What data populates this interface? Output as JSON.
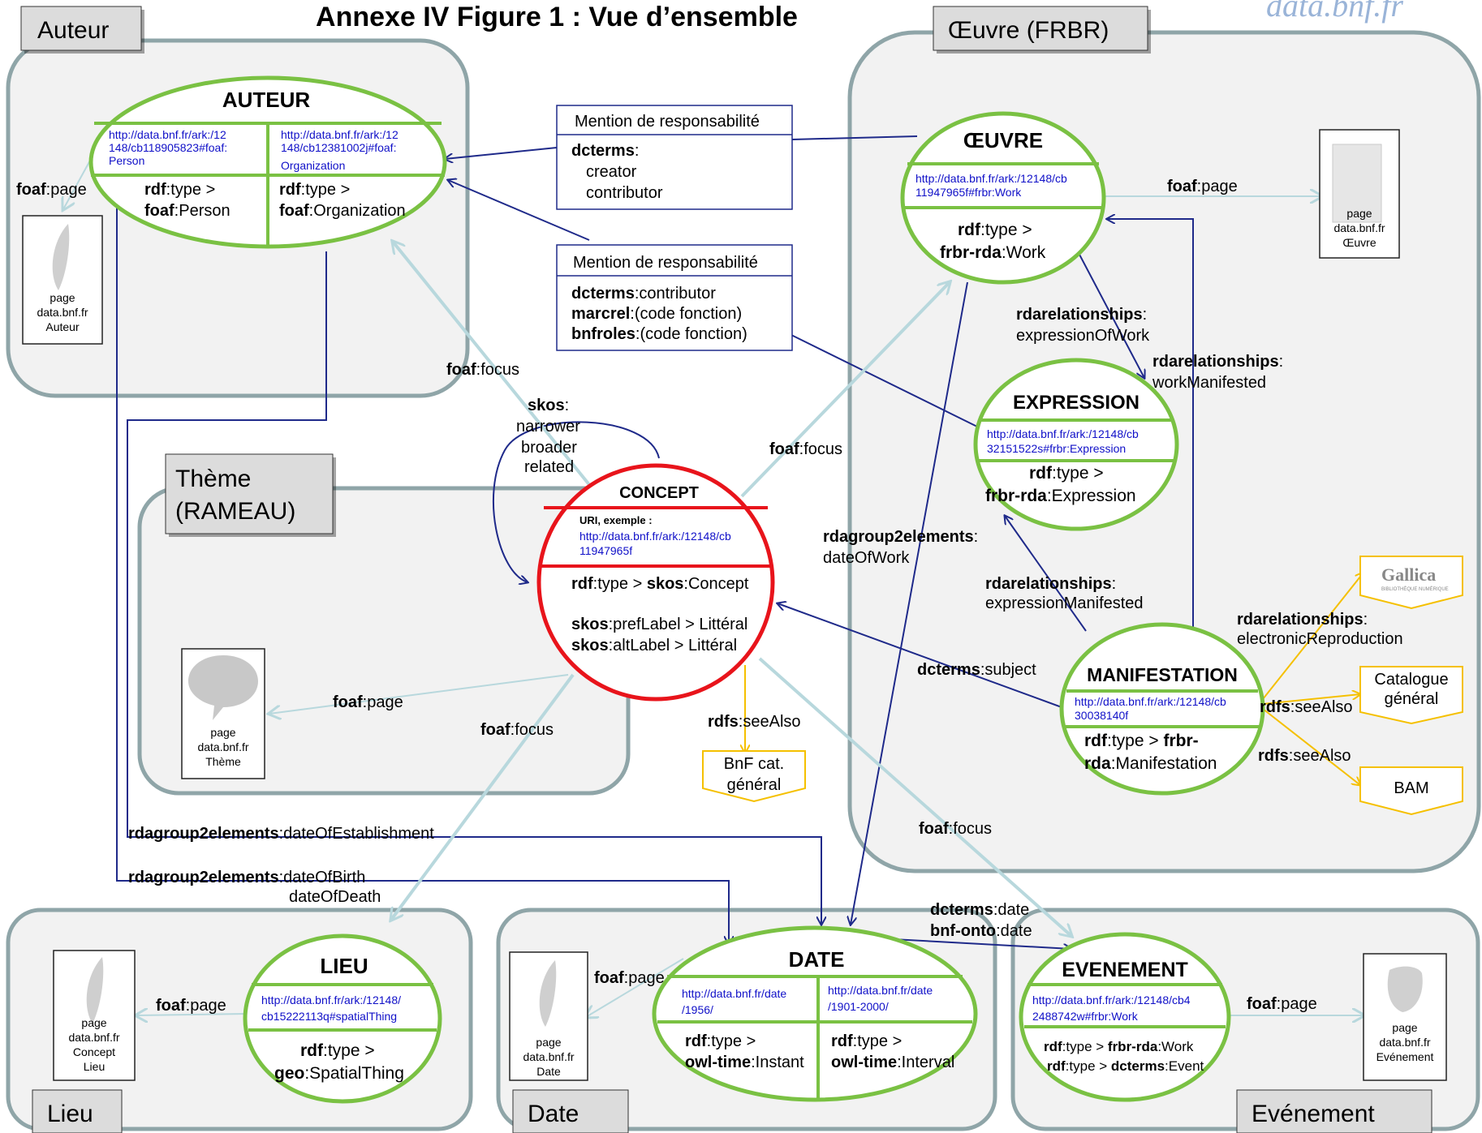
{
  "title": "Annexe IV Figure 1 : Vue d’ensemble",
  "logo_text": "data.bnf.fr",
  "groups": {
    "auteur": "Auteur",
    "oeuvre": "Œuvre (FRBR)",
    "theme_l1": "Thème",
    "theme_l2": "(RAMEAU)",
    "lieu": "Lieu",
    "date": "Date",
    "evenement": "Evénement"
  },
  "nodes": {
    "auteur": {
      "title": "AUTEUR",
      "uri1_l1": "http://data.bnf.fr/ark:/12",
      "uri1_l2": "148/cb118905823#foaf:",
      "uri1_l3": "Person",
      "uri2_l1": "http://data.bnf.fr/ark:/12",
      "uri2_l2": "148/cb12381002j#foaf:",
      "uri2_l3": "Organization",
      "type1_a": "rdf",
      "type1_b": ":type >",
      "type1_c": "foaf",
      "type1_d": ":Person",
      "type2_a": "rdf",
      "type2_b": ":type >",
      "type2_c": "foaf",
      "type2_d": ":Organization"
    },
    "oeuvre": {
      "title": "ŒUVRE",
      "uri_l1": "http://data.bnf.fr/ark:/12148/cb",
      "uri_l2": "11947965f#frbr:Work",
      "type_a": "rdf",
      "type_b": ":type >",
      "type_c": "frbr-rda",
      "type_d": ":Work"
    },
    "expression": {
      "title": "EXPRESSION",
      "uri_l1": "http://data.bnf.fr/ark:/12148/cb",
      "uri_l2": "32151522s#frbr:Expression",
      "type_a": "rdf",
      "type_b": ":type >",
      "type_c": "frbr-rda",
      "type_d": ":Expression"
    },
    "manifestation": {
      "title": "MANIFESTATION",
      "uri_l1": "http://data.bnf.fr/ark:/12148/cb",
      "uri_l2": "30038140f",
      "type_a": "rdf",
      "type_b": ":type > ",
      "type_c": "frbr-",
      "type_d": "rda",
      "type_e": ":Manifestation"
    },
    "concept": {
      "title": "CONCEPT",
      "uri_label": "URI, exemple :",
      "uri_l1": "http://data.bnf.fr/ark:/12148/cb",
      "uri_l2": "11947965f",
      "type_a": "rdf",
      "type_b": ":type > ",
      "type_c": "skos",
      "type_d": ":Concept",
      "pref_a": "skos",
      "pref_b": ":prefLabel  > Littéral",
      "alt_a": "skos",
      "alt_b": ":altLabel > Littéral"
    },
    "lieu": {
      "title": "LIEU",
      "uri_l1": "http://data.bnf.fr/ark:/12148/",
      "uri_l2": "cb15222113q#spatialThing",
      "type_a": "rdf",
      "type_b": ":type  >",
      "type_c": "geo",
      "type_d": ":SpatialThing"
    },
    "date": {
      "title": "DATE",
      "uri1_l1": "http://data.bnf.fr/date",
      "uri1_l2": "/1956/",
      "uri2_l1": "http://data.bnf.fr/date",
      "uri2_l2": "/1901-2000/",
      "type1_a": "rdf",
      "type1_b": ":type >",
      "type1_c": "owl-time",
      "type1_d": ":Instant",
      "type2_a": "rdf",
      "type2_b": ":type >",
      "type2_c": "owl-time",
      "type2_d": ":Interval"
    },
    "evenement": {
      "title": "EVENEMENT",
      "uri_l1": "http://data.bnf.fr/ark:/12148/cb4",
      "uri_l2": "2488742w#frbr:Work",
      "type1_a": "rdf",
      "type1_b": ":type > ",
      "type1_c": "frbr-rda",
      "type1_d": ":Work",
      "type2_a": "rdf",
      "type2_b": ":type > ",
      "type2_c": "dcterms",
      "type2_d": ":Event"
    }
  },
  "mention1": {
    "header": "Mention de responsabilité",
    "l1_a": "dcterms",
    "l1_b": ":",
    "l2": "creator",
    "l3": "contributor"
  },
  "mention2": {
    "header": "Mention de responsabilité",
    "l1_a": "dcterms",
    "l1_b": ":contributor",
    "l2_a": "marcrel",
    "l2_b": ":(code fonction)",
    "l3_a": "bnfroles",
    "l3_b": ":(code fonction)"
  },
  "pages": {
    "auteur": [
      "page",
      "data.bnf.fr",
      "Auteur"
    ],
    "oeuvre": [
      "page",
      "data.bnf.fr",
      "Œuvre"
    ],
    "theme": [
      "page",
      "data.bnf.fr",
      "Thème"
    ],
    "lieu": [
      "page",
      "data.bnf.fr",
      "Concept",
      "Lieu"
    ],
    "date": [
      "page",
      "data.bnf.fr",
      "Date"
    ],
    "evenement": [
      "page",
      "data.bnf.fr",
      "Evénement"
    ]
  },
  "targets": {
    "gallica": "Gallica",
    "gallica_sub": "BIBLIOTHÈQUE NUMÉRIQUE",
    "catalogue_l1": "Catalogue",
    "catalogue_l2": "général",
    "bam": "BAM",
    "bnfcat_l1": "BnF cat.",
    "bnfcat_l2": "général"
  },
  "edges": {
    "foaf_page_a": "foaf",
    "foaf_page_b": ":page",
    "foaf_focus_a": "foaf",
    "foaf_focus_b": ":focus",
    "skos_a": "skos",
    "skos_b": ":",
    "skos_l2": "narrower",
    "skos_l3": "broader",
    "skos_l4": "related",
    "expr_of_work_a": "rdarelationships",
    "expr_of_work_b": ":",
    "expr_of_work_l2": "expressionOfWork",
    "work_manifested_a": "rdarelationships",
    "work_manifested_b": ":",
    "work_manifested_l2": "workManifested",
    "date_of_work_a": "rdagroup2elements",
    "date_of_work_b": ":",
    "date_of_work_l2": "dateOfWork",
    "expr_manifested_a": "rdarelationships",
    "expr_manifested_b": ":",
    "expr_manifested_l2": "expressionManifested",
    "electronic_a": "rdarelationships",
    "electronic_b": ":",
    "electronic_l2": "electronicReproduction",
    "subject_a": "dcterms",
    "subject_b": ":subject",
    "see_also_a": "rdfs",
    "see_also_b": ":seeAlso",
    "establishment_a": "rdagroup2elements",
    "establishment_b": ":dateOfEstablishment",
    "birth_a": "rdagroup2elements",
    "birth_b": ":dateOfBirth",
    "birth_l2": "dateOfDeath",
    "dcterms_date_a": "dcterms",
    "dcterms_date_b": ":date",
    "bnf_onto_date_a": "bnf-onto",
    "bnf_onto_date_b": ":date"
  },
  "colors": {
    "frame": "#8fa5a8",
    "group_bg": "#f2f2f2",
    "node_green": "#7ac143",
    "node_red": "#e8141b",
    "arrow_blue": "#1f2a8a",
    "arrow_light": "#b8d8dd",
    "arrow_yellow": "#f5c000",
    "uri_blue": "#1010c8"
  }
}
